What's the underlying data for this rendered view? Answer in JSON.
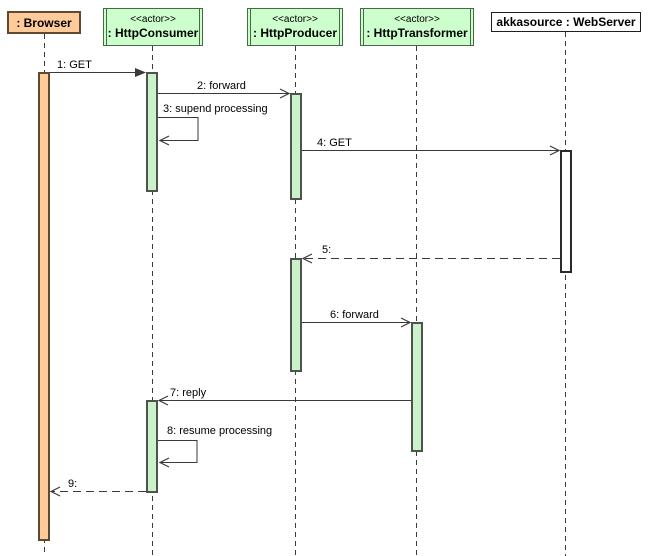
{
  "diagram": {
    "type": "uml-sequence",
    "participants": [
      {
        "label": ": Browser"
      },
      {
        "stereotype": "<<actor>>",
        "label": ": HttpConsumer"
      },
      {
        "stereotype": "<<actor>>",
        "label": ": HttpProducer"
      },
      {
        "stereotype": "<<actor>>",
        "label": ": HttpTransformer"
      },
      {
        "label": "akkasource : WebServer"
      }
    ],
    "messages": [
      {
        "label": "1: GET",
        "from": ": Browser",
        "to": ": HttpConsumer",
        "kind": "sync"
      },
      {
        "label": "2: forward",
        "from": ": HttpConsumer",
        "to": ": HttpProducer",
        "kind": "async"
      },
      {
        "label": "3: supend processing",
        "from": ": HttpConsumer",
        "to": ": HttpConsumer",
        "kind": "self"
      },
      {
        "label": "4: GET",
        "from": ": HttpProducer",
        "to": "akkasource : WebServer",
        "kind": "async"
      },
      {
        "label": "5:",
        "from": "akkasource : WebServer",
        "to": ": HttpProducer",
        "kind": "return"
      },
      {
        "label": "6: forward",
        "from": ": HttpProducer",
        "to": ": HttpTransformer",
        "kind": "async"
      },
      {
        "label": "7: reply",
        "from": ": HttpTransformer",
        "to": ": HttpConsumer",
        "kind": "async"
      },
      {
        "label": "8: resume processing",
        "from": ": HttpConsumer",
        "to": ": HttpConsumer",
        "kind": "self"
      },
      {
        "label": "9:",
        "from": ": HttpConsumer",
        "to": ": Browser",
        "kind": "return"
      }
    ],
    "colors": {
      "browser_fill": "#FFCC99",
      "actor_fill": "#CCFFCC",
      "activation_fill": "#CCF2CC",
      "webserver_fill": "#FFFFFF",
      "stroke": "#3a3a3a"
    }
  }
}
